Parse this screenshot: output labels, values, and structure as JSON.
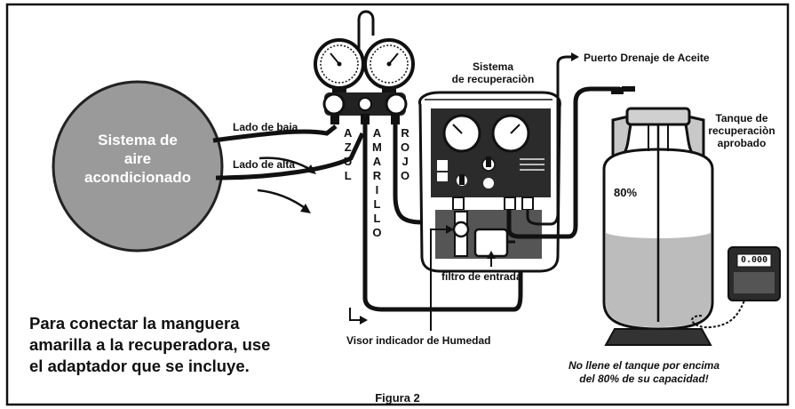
{
  "diagram": {
    "system_label_lines": [
      "Sistema de",
      "aire",
      "acondicionado"
    ],
    "low_side_label": "Lado de baja",
    "high_side_label": "Lado de alta",
    "hose_blue_letters": [
      "A",
      "Z",
      "U",
      "L"
    ],
    "hose_yellow_letters": [
      "A",
      "M",
      "A",
      "R",
      "I",
      "L",
      "L",
      "O"
    ],
    "hose_red_letters": [
      "R",
      "O",
      "J",
      "O"
    ],
    "recovery_system_title_lines": [
      "Sistema",
      "de recuperaciòn"
    ],
    "oil_drain_port_label": "Puerto Drenaje de Aceite",
    "tank_label_lines": [
      "Tanque de",
      "recuperaciòn",
      "aprobado"
    ],
    "tank_fill_mark": "80%",
    "scale_display": "0.000",
    "inlet_filter_label": "filtro de entrada",
    "moisture_indicator_label": "Visor indicador de Humedad",
    "instructions": "Para conectar la manguera amarilla a la recuperadora, use el adaptador que se incluye.",
    "warning_lines": [
      "No llene el tanque por encima",
      "del 80% de su capacidad!"
    ],
    "figure_caption": "Figura 2"
  }
}
